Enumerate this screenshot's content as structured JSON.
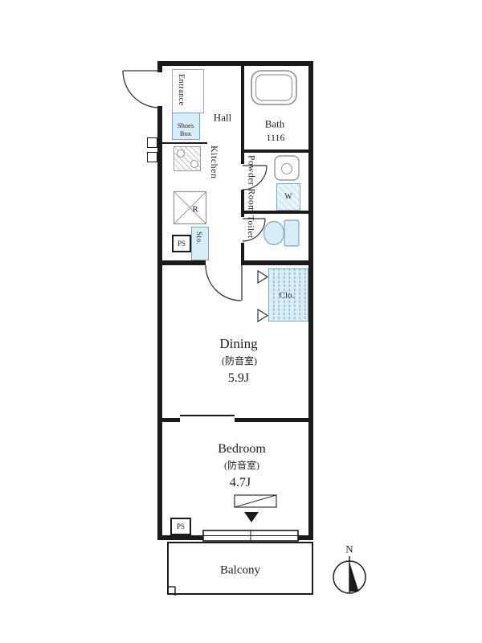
{
  "rooms": {
    "entrance": "Entrance",
    "shoes_box": {
      "line1": "Shoes",
      "line2": "Box"
    },
    "hall": "Hall",
    "bath": {
      "name": "Bath",
      "size": "1116"
    },
    "kitchen": "Kitchen",
    "powder_room": "Powder Room",
    "toilet": "Toilet",
    "dining": {
      "name": "Dining",
      "soundproof": "(防音室)",
      "size": "5.9J"
    },
    "bedroom": {
      "name": "Bedroom",
      "soundproof": "(防音室)",
      "size": "4.7J"
    },
    "balcony": "Balcony"
  },
  "fixtures": {
    "washer": "W",
    "fridge": "R",
    "ps_top": "PS",
    "ps_bottom": "PS",
    "storage": "Sto.",
    "closet": "Clo."
  },
  "compass": {
    "north": "N"
  },
  "colors": {
    "wall": "#1a1a1a",
    "line": "#333333",
    "fixture_fill": "#d8edf7",
    "fixture_line": "#7fa8bd"
  }
}
